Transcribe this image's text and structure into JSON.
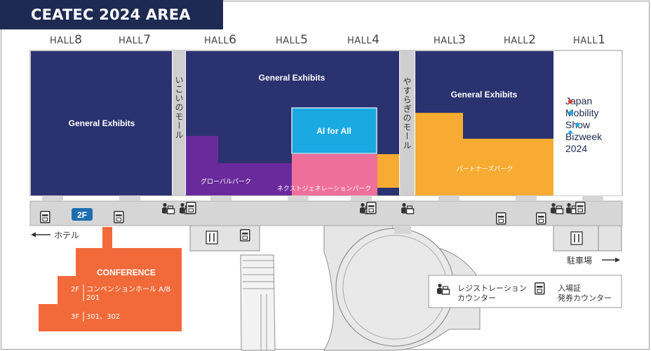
{
  "title": "CEATEC 2024 AREA MAP",
  "halls": [
    {
      "prefix": "HALL",
      "num": "8"
    },
    {
      "prefix": "HALL",
      "num": "7"
    },
    {
      "prefix": "HALL",
      "num": "6"
    },
    {
      "prefix": "HALL",
      "num": "5"
    },
    {
      "prefix": "HALL",
      "num": "4"
    },
    {
      "prefix": "HALL",
      "num": "3"
    },
    {
      "prefix": "HALL",
      "num": "2"
    },
    {
      "prefix": "HALL",
      "num": "1"
    }
  ],
  "zones": {
    "general_a": "General Exhibits",
    "general_b": "General Exhibits",
    "general_c": "General Exhibits",
    "ai": "AI for All",
    "global_park": "グローバルパーク",
    "next_gen_park": "ネクストジェネレーションパーク",
    "partners_park": "パートナーズパーク",
    "jms": [
      "Japan",
      "Mobility",
      "Show",
      "Bizweek",
      "2024"
    ]
  },
  "malls": {
    "ikoi": "いこいのモール",
    "yasuragi": "やすらぎのモール"
  },
  "floor_badge": "2F",
  "directions": {
    "hotel": "ホテル",
    "parking": "駐車場"
  },
  "conference": {
    "title": "CONFERENCE",
    "rows": [
      {
        "floor": "2F",
        "lines": [
          "コンベンションホール A/B",
          "201"
        ]
      },
      {
        "floor": "3F",
        "lines": [
          "301、302"
        ]
      }
    ]
  },
  "legend": {
    "registration": [
      "レジストレーション",
      "カウンター"
    ],
    "badge": [
      "入場証",
      "発券カウンター"
    ]
  },
  "colors": {
    "navy": "#2b3270",
    "title_bg": "#1e2a52",
    "cyan": "#1aa9e1",
    "purple": "#6a2a9c",
    "pink": "#ee6f9a",
    "orange": "#f7ab33",
    "conference": "#f26a3a",
    "corridor": "#d6d6d6",
    "building": "#e4e4e4"
  }
}
